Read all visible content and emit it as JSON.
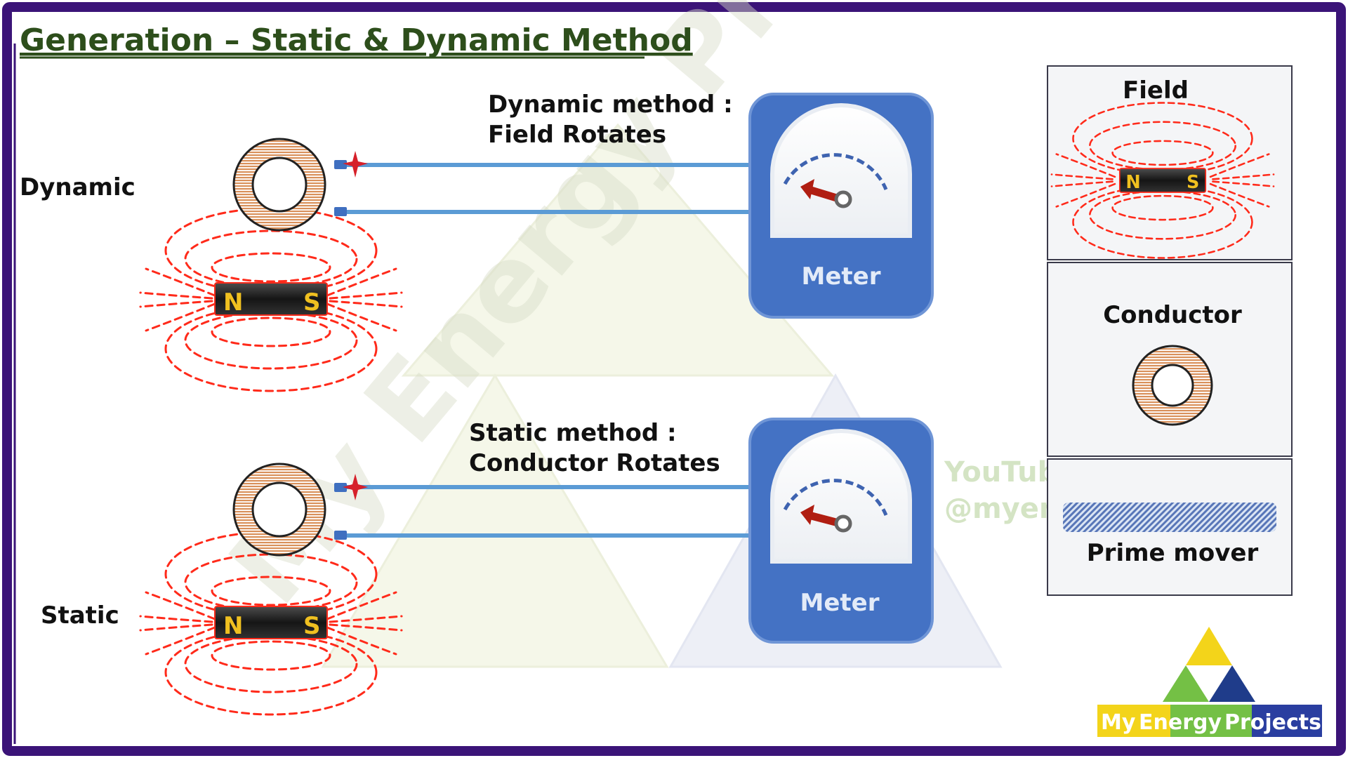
{
  "title": "Generation – Static & Dynamic Method",
  "rows": {
    "dynamic": {
      "label": "Dynamic",
      "method_line1": "Dynamic method :",
      "method_line2": "Field Rotates",
      "meter_label": "Meter"
    },
    "static": {
      "label": "Static",
      "method_line1": "Static method :",
      "method_line2": "Conductor Rotates",
      "meter_label": "Meter"
    }
  },
  "magnet": {
    "north": "N",
    "south": "S"
  },
  "legend": {
    "field": "Field",
    "conductor": "Conductor",
    "prime_mover": "Prime mover"
  },
  "watermark": {
    "main": "My Energy Project",
    "youtube_line1": "YouTube",
    "youtube_line2": "@myene"
  },
  "logo": {
    "part1": "My",
    "part2": "Energy",
    "part3": "Projects"
  },
  "colors": {
    "frame": "#3b1478",
    "title": "#2d4e1b",
    "meter_blue": "#4472c4",
    "wire_blue": "#5b9bd5",
    "field_red": "#ff2a1a",
    "coil_orange": "#d9905a",
    "needle_red": "#b01e12"
  }
}
